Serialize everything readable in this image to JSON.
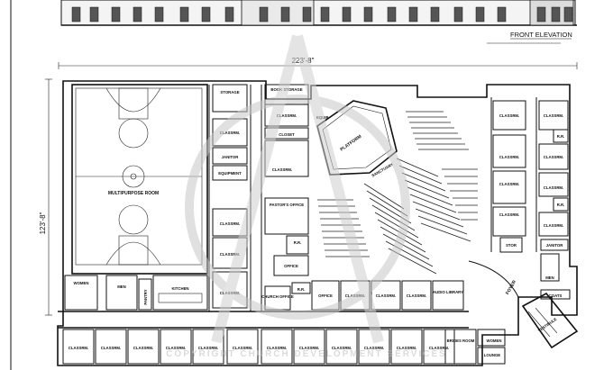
{
  "elevation": {
    "label": "FRONT ELEVATION"
  },
  "dimensions": {
    "width": "223'-8\"",
    "depth": "123'-8\""
  },
  "rooms": {
    "multipurpose": "MULTIPURPOSE ROOM",
    "storage": "STORAGE",
    "book_storage": "BOOK STORAGE",
    "equip": "EQUIP.",
    "closet": "CLOSET",
    "janitor": "JANITOR",
    "equipment": "EQUIPMENT",
    "platform": "PLATFORM",
    "sanctuary": "SANCTUARY",
    "pastors_office": "PASTOR'S OFFICE",
    "rr": "R.R.",
    "office": "OFFICE",
    "church_office": "CHURCH OFFICE",
    "audio_library": "AUDIO LIBRARY",
    "women": "WOMEN",
    "men": "MEN",
    "pantry": "PANTRY",
    "kitchen": "KITCHEN",
    "classrm": "CLASSRM.",
    "stor": "STOR",
    "foyer": "FOYER",
    "coats": "COATS",
    "vestibule": "VESTIBULE",
    "brides_room": "BRIDES ROOM",
    "women_short": "WOMEN",
    "lounge": "LOUNGE"
  },
  "watermark": "COPYRIGHT CHURCH DEVELOPMENT SERVICES"
}
